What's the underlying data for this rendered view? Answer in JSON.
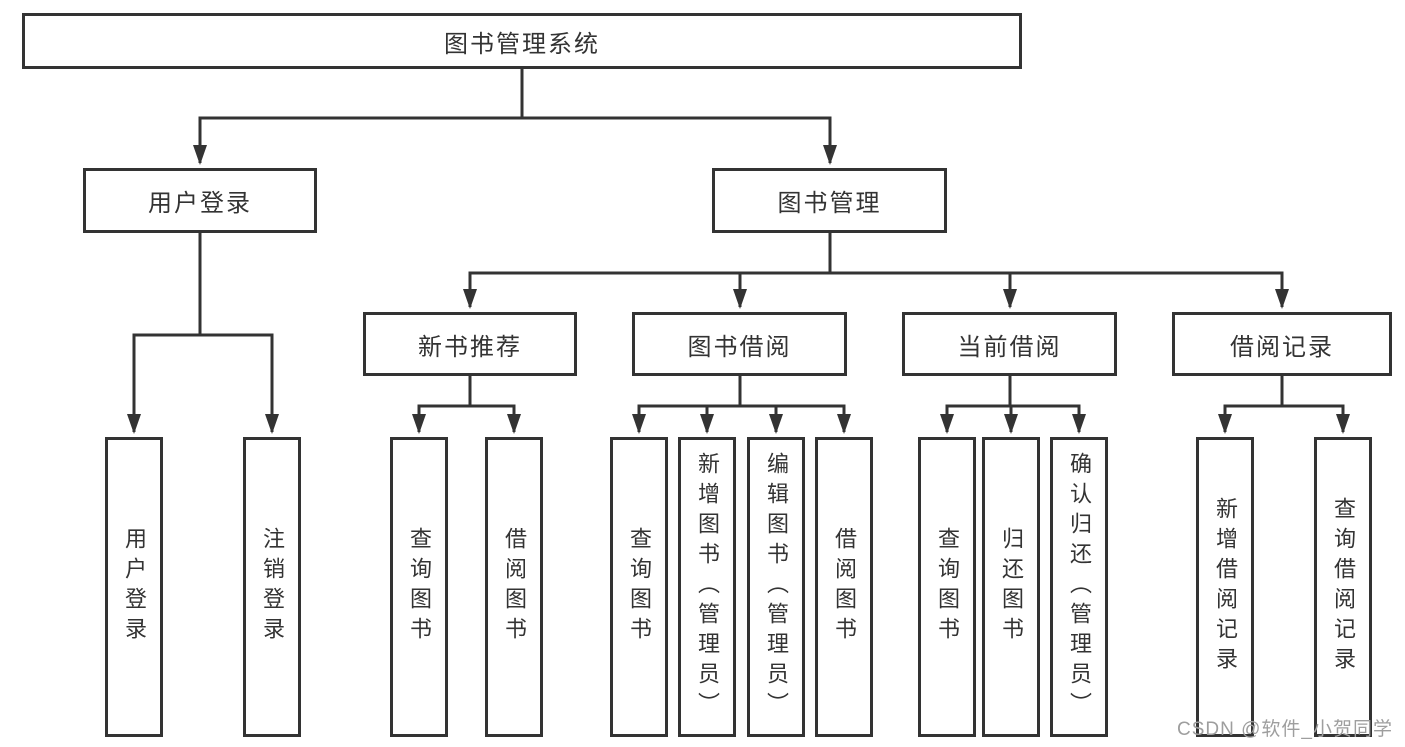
{
  "colors": {
    "line": "#333333",
    "box_border": "#333333",
    "text": "#333333",
    "background": "#ffffff",
    "watermark": "#9e9e9e"
  },
  "watermark": "CSDN @软件_小贺同学",
  "nodes": {
    "root": {
      "label": "图书管理系统"
    },
    "user_login": {
      "label": "用户登录"
    },
    "book_mgmt": {
      "label": "图书管理"
    },
    "new_book_rec": {
      "label": "新书推荐"
    },
    "book_borrow": {
      "label": "图书借阅"
    },
    "current_borrow": {
      "label": "当前借阅"
    },
    "borrow_record": {
      "label": "借阅记录"
    },
    "leaf_user_login": {
      "label": "用户登录"
    },
    "leaf_logout": {
      "label": "注销登录"
    },
    "leaf_query_book_1": {
      "label": "查询图书"
    },
    "leaf_borrow_book_1": {
      "label": "借阅图书"
    },
    "leaf_query_book_2": {
      "label": "查询图书"
    },
    "leaf_add_book": {
      "label": "新增图书（管理员）"
    },
    "leaf_edit_book": {
      "label": "编辑图书（管理员）"
    },
    "leaf_borrow_book_2": {
      "label": "借阅图书"
    },
    "leaf_query_book_3": {
      "label": "查询图书"
    },
    "leaf_return_book": {
      "label": "归还图书"
    },
    "leaf_confirm_return": {
      "label": "确认归还（管理员）"
    },
    "leaf_add_record": {
      "label": "新增借阅记录"
    },
    "leaf_query_record": {
      "label": "查询借阅记录"
    }
  }
}
